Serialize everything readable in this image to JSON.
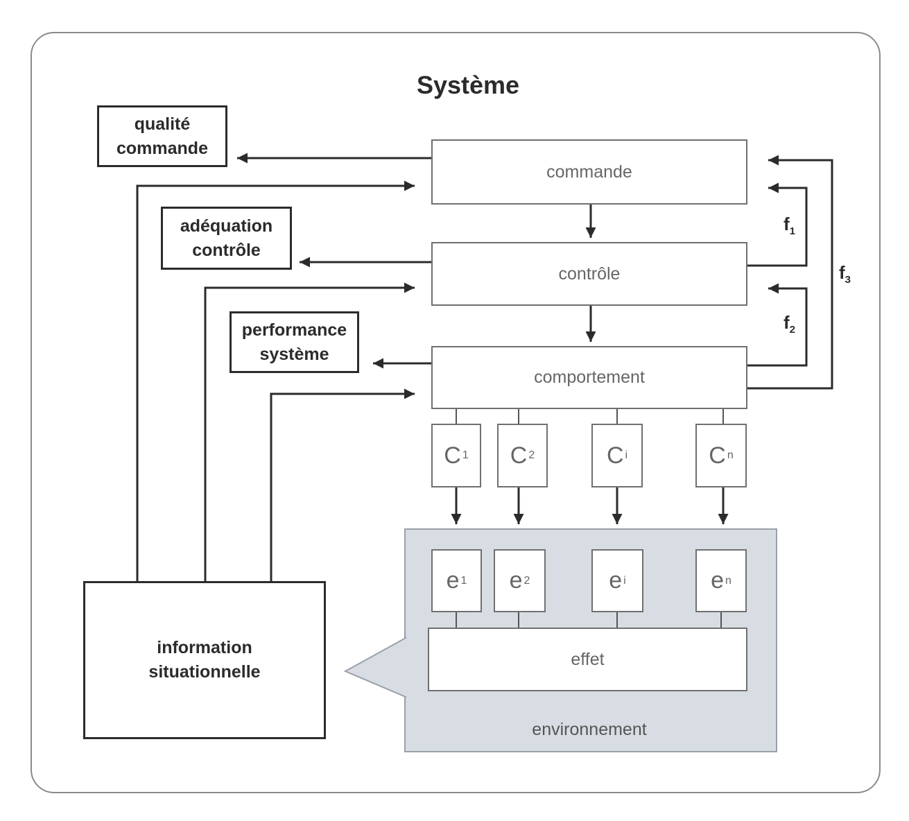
{
  "title": "Système",
  "outputs": {
    "qualite": [
      "qualité",
      "commande"
    ],
    "adequation": [
      "adéquation",
      "contrôle"
    ],
    "performance": [
      "performance",
      "système"
    ]
  },
  "levels": {
    "commande": "commande",
    "controle": "contrôle",
    "comportement": "comportement"
  },
  "feedback": {
    "f1": {
      "base": "f",
      "sub": "1"
    },
    "f2": {
      "base": "f",
      "sub": "2"
    },
    "f3": {
      "base": "f",
      "sub": "3"
    }
  },
  "components": [
    {
      "base": "C",
      "sub": "1"
    },
    {
      "base": "C",
      "sub": "2"
    },
    {
      "base": "C",
      "sub": "i"
    },
    {
      "base": "C",
      "sub": "n"
    }
  ],
  "effects": [
    {
      "base": "e",
      "sub": "1"
    },
    {
      "base": "e",
      "sub": "2"
    },
    {
      "base": "e",
      "sub": "i"
    },
    {
      "base": "e",
      "sub": "n"
    }
  ],
  "effet": "effet",
  "environnement": "environnement",
  "information": [
    "information",
    "situationnelle"
  ],
  "colors": {
    "line": "#2b2b2b",
    "box_border": "#6f6f6f",
    "environment_fill": "#d8dde3",
    "frame": "#8a8a8a"
  }
}
